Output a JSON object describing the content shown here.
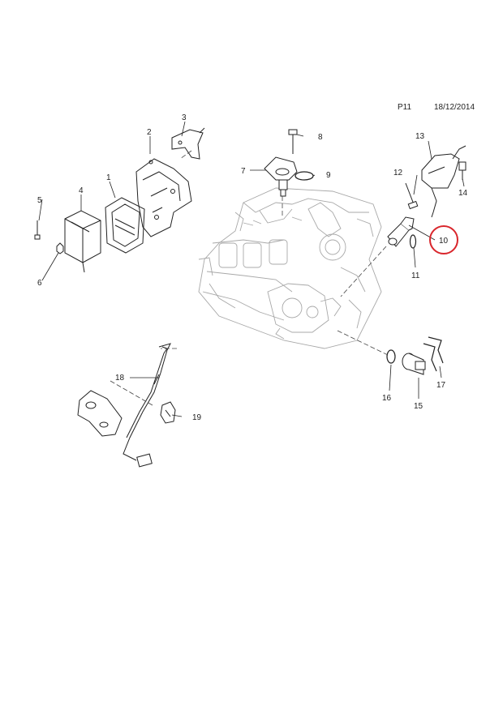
{
  "header": {
    "page_code": "P11",
    "date": "18/12/2014"
  },
  "callouts": [
    "1",
    "2",
    "3",
    "4",
    "5",
    "6",
    "7",
    "8",
    "9",
    "10",
    "11",
    "12",
    "13",
    "14",
    "15",
    "16",
    "17",
    "18",
    "19"
  ],
  "highlighted_callout": "10",
  "colors": {
    "line": "#222222",
    "engine_line": "#9a9a9a",
    "highlight": "#d9262c"
  }
}
